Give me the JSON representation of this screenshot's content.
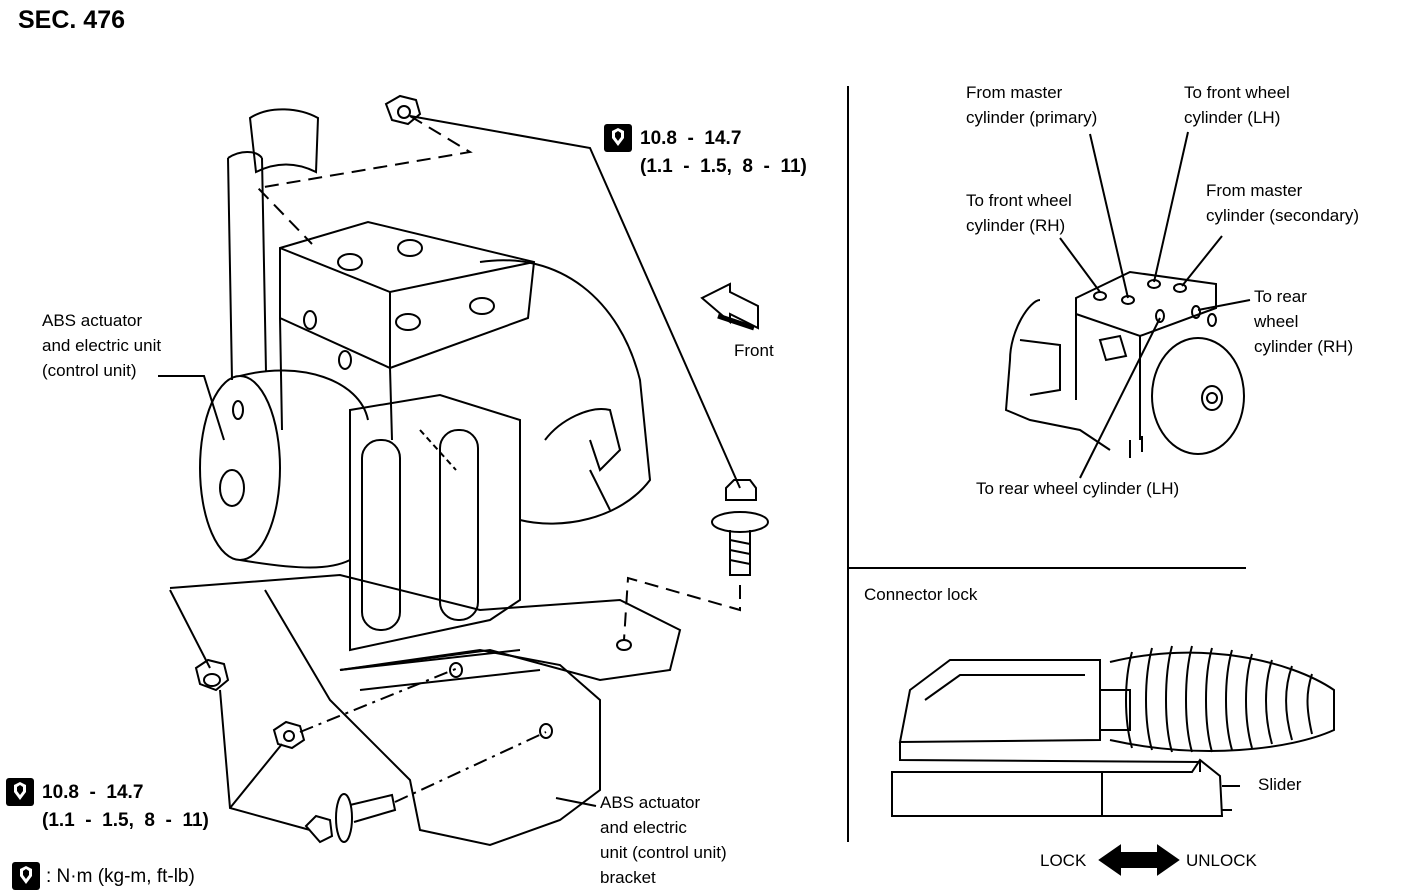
{
  "section": "SEC. 476",
  "main_view": {
    "torque_top": {
      "line1": "10.8  -  14.7",
      "line2": "(1.1  -  1.5,  8  -  11)"
    },
    "torque_bottom": {
      "line1": "10.8  -  14.7",
      "line2": "(1.1  -  1.5,  8  -  11)"
    },
    "label_unit": "ABS actuator\nand electric unit\n(control unit)",
    "label_bracket": "ABS actuator\nand electric\nunit (control unit)\nbracket",
    "front_label": "Front",
    "legend_units": ": N·m (kg-m, ft-lb)"
  },
  "port_view": {
    "from_master_primary": "From master\ncylinder (primary)",
    "to_front_lh": "To front wheel\ncylinder (LH)",
    "to_front_rh": "To front wheel\ncylinder (RH)",
    "from_master_secondary": "From master\ncylinder (secondary)",
    "to_rear_rh": "To rear\nwheel\ncylinder (RH)",
    "to_rear_lh": "To rear wheel cylinder (LH)"
  },
  "connector_view": {
    "title": "Connector lock",
    "slider": "Slider",
    "lock": "LOCK",
    "unlock": "UNLOCK"
  }
}
